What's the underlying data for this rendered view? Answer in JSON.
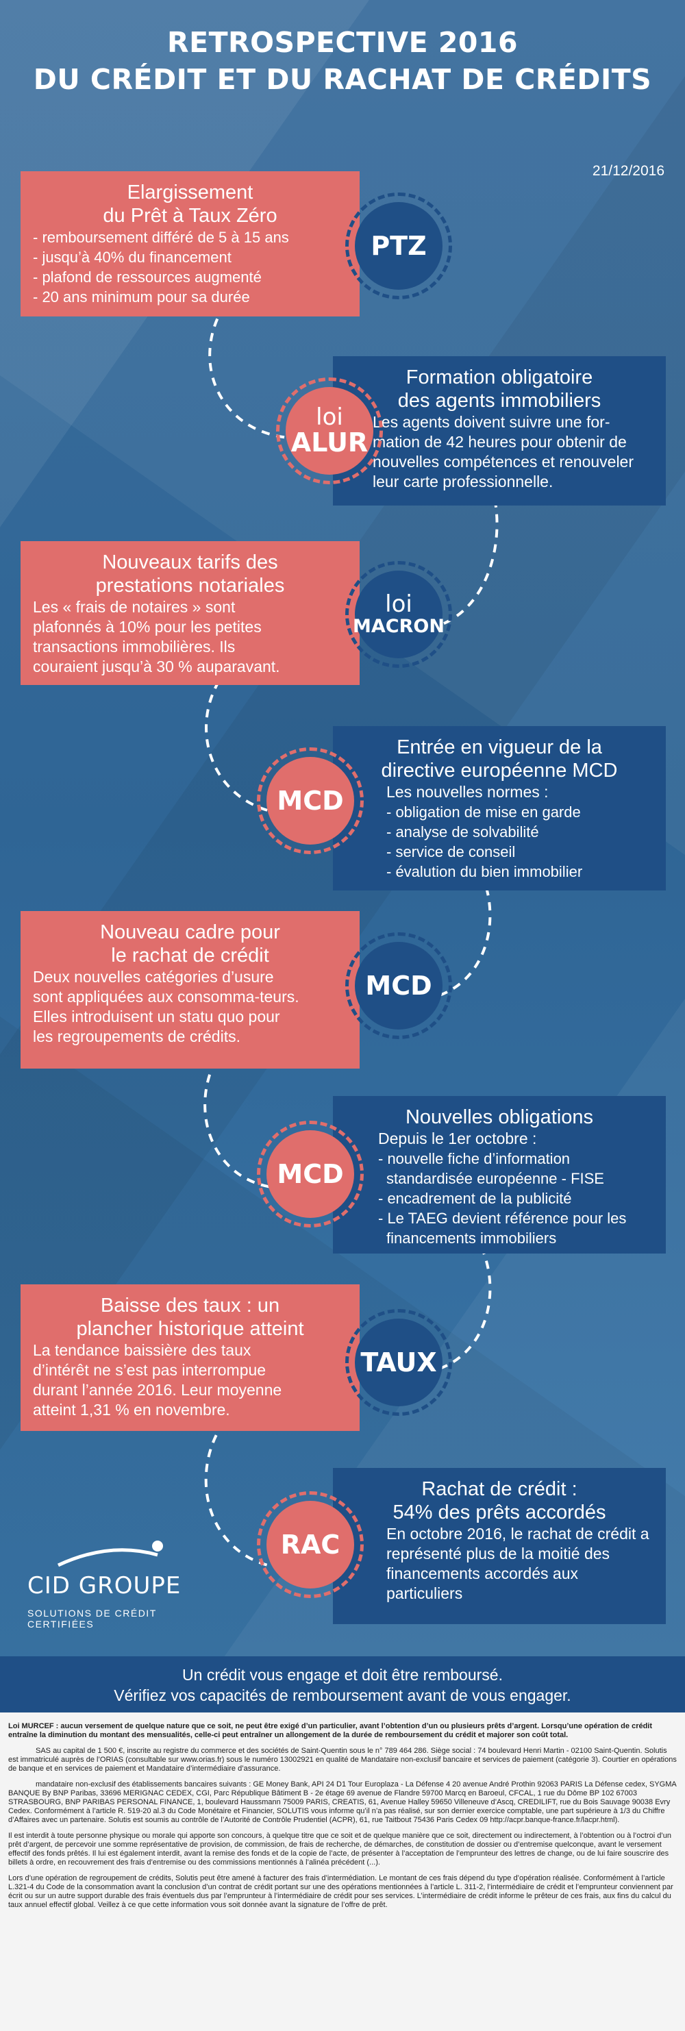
{
  "header": {
    "title_line1": "RETROSPECTIVE 2016",
    "title_line2": "DU CRÉDIT ET DU RACHAT DE CRÉDITS",
    "date": "21/12/2016"
  },
  "sections": [
    {
      "badge": {
        "line1": "",
        "line2": "PTZ"
      },
      "title": "Elargissement\ndu Prêt à Taux Zéro",
      "items": [
        "- remboursement différé de 5 à 15 ans",
        "- jusqu’à 40% du financement",
        "- plafond de ressources augmenté",
        "- 20 ans minimum pour sa durée"
      ]
    },
    {
      "badge": {
        "line1": "loi",
        "line2": "ALUR"
      },
      "title": "Formation obligatoire\ndes agents immobiliers",
      "text": "Les agents doivent suivre une for-mation de 42 heures pour obtenir de nouvelles compétences et renouveler leur carte professionnelle."
    },
    {
      "badge": {
        "line1": "loi",
        "line2": "MACRON"
      },
      "title": "Nouveaux tarifs des\nprestations notariales",
      "text": "Les « frais de notaires » sont plafonnés à 10% pour les petites transactions immobilières. Ils couraient jusqu’à 30 % auparavant."
    },
    {
      "badge": {
        "line1": "",
        "line2": "MCD"
      },
      "title": "Entrée en vigueur de la\ndirective européenne MCD",
      "intro": "Les nouvelles normes :",
      "items": [
        "- obligation de mise en garde",
        "- analyse de solvabilité",
        "- service de conseil",
        "- évalution du bien immobilier"
      ]
    },
    {
      "badge": {
        "line1": "",
        "line2": "MCD"
      },
      "title": "Nouveau cadre pour\nle rachat de crédit",
      "text": "Deux nouvelles catégories d’usure sont appliquées aux consomma-teurs. Elles introduisent un statu quo pour les regroupements de crédits."
    },
    {
      "badge": {
        "line1": "",
        "line2": "MCD"
      },
      "title": "Nouvelles obligations",
      "intro": "Depuis le 1er octobre :",
      "items": [
        "- nouvelle fiche d’information standardisée européenne - FISE",
        "- encadrement de la publicité",
        "- Le TAEG devient référence pour les financements immobiliers"
      ]
    },
    {
      "badge": {
        "line1": "",
        "line2": "TAUX"
      },
      "title": "Baisse des taux : un\nplancher historique atteint",
      "text": "La tendance baissière des taux d’intérêt ne s’est pas interrompue durant l’année 2016. Leur moyenne atteint 1,31 % en novembre."
    },
    {
      "badge": {
        "line1": "",
        "line2": "RAC"
      },
      "title": "Rachat de crédit :\n54% des prêts accordés",
      "text": "En octobre 2016, le rachat de crédit a représenté plus de la moitié des financements accordés aux particuliers"
    }
  ],
  "logo": {
    "name": "CID GROUPE",
    "tagline": "SOLUTIONS DE CRÉDIT CERTIFIÉES"
  },
  "banner": {
    "line1": "Un crédit vous engage et doit être remboursé.",
    "line2": "Vérifiez vos capacités de remboursement avant de vous engager."
  },
  "legal": {
    "p1_bold": "Loi MURCEF : aucun versement de quelque nature que ce soit, ne peut être exigé d’un particulier, avant l’obtention d’un ou plusieurs prêts d’argent. Lorsqu’une opération de crédit entraîne la diminution du montant des mensualités, celle-ci peut entraîner un allongement de la durée de remboursement du crédit et majorer son coût total.",
    "p2": "SAS au capital de 1 500 €, inscrite au registre du commerce et des sociétés de Saint-Quentin sous le n° 789 464 286. Siège social : 74 boulevard Henri Martin - 02100 Saint-Quentin. Solutis est immatriculé auprès de l’ORIAS (consultable sur www.orias.fr) sous le numéro 13002921 en qualité de Mandataire non-exclusif bancaire et services de paiement (catégorie 3). Courtier en opérations de banque et en services de paiement et Mandataire d’intermédiaire d’assurance.",
    "p3": "mandataire non-exclusif des établissements bancaires suivants : GE Money Bank, API 24 D1 Tour Europlaza - La Défense 4 20 avenue André Prothin 92063 PARIS La Défense cedex, SYGMA BANQUE By BNP Paribas, 33696 MERIGNAC CEDEX, CGI, Parc République Bâtiment B - 2e étage 69 avenue de Flandre 59700 Marcq en Baroeul, CFCAL, 1 rue du Dôme BP 102 67003 STRASBOURG, BNP PARIBAS PERSONAL FINANCE, 1, boulevard Haussmann 75009 PARIS, CREATIS, 61, Avenue Halley 59650 Villeneuve d’Ascq, CREDILIFT, rue du Bois Sauvage 90038 Evry Cedex. Conformément à l’article R. 519-20 al.3 du Code Monétaire et Financier, SOLUTIS vous informe qu’il n’a pas réalisé, sur son dernier exercice comptable, une part supérieure à 1/3 du Chiffre d’Affaires avec un partenaire. Solutis est soumis au contrôle de l’Autorité de Contrôle Prudentiel (ACPR), 61, rue Taitbout 75436 Paris Cedex 09 http://acpr.banque-france.fr/lacpr.html).",
    "p4": "Il est interdit à toute personne physique ou morale qui apporte son concours, à quelque titre que ce soit et de quelque manière que ce soit, directement ou indirectement, à l’obtention ou à l’octroi d’un prêt d’argent, de percevoir une somme représentative de provision, de commission, de frais de recherche, de démarches, de constitution de dossier ou d’entremise quelconque, avant le versement effectif des fonds prêtés. Il lui est également interdit, avant la remise des fonds et de la copie de l’acte, de présenter à l’acceptation de l’emprunteur des lettres de change, ou de lui faire souscrire des billets à ordre, en recouvrement des frais d’entremise ou des commissions mentionnés à l’alinéa précédent (...).",
    "p5": "Lors d’une opération de regroupement de crédits, Solutis peut être amené à facturer des frais d’intermédiation. Le montant de ces frais dépend du type d’opération réalisée. Conformément à l’article L.321-4 du Code de la consommation avant la conclusion d’un contrat de crédit portant sur une des opérations mentionnées à l’article L. 311-2, l’intermédiaire de crédit et l’emprunteur conviennent par écrit ou sur un autre support durable des frais éventuels dus par l’emprunteur à l’intermédiaire de crédit pour ses services. L’intermédiaire de crédit informe le prêteur de ces frais, aux fins du calcul du taux annuel effectif global. Veillez à ce que cette information vous soit donnée avant la signature de l’offre de prêt."
  }
}
